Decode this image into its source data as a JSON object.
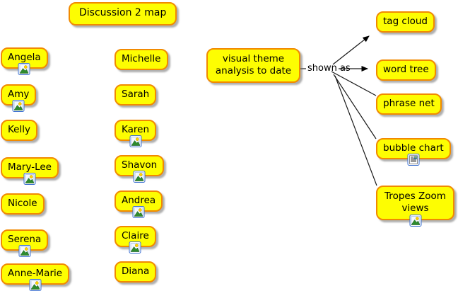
{
  "colors": {
    "node_fill": "#fdfd02",
    "node_border": "#f18a01",
    "shadow": "#b5b5b5",
    "line": "#1a1a1a",
    "background": "#ffffff"
  },
  "title_node": {
    "label": "Discussion 2 map"
  },
  "people_left": [
    {
      "label": "Angela",
      "has_image": true
    },
    {
      "label": "Amy",
      "has_image": true
    },
    {
      "label": "Kelly",
      "has_image": false
    },
    {
      "label": "Mary-Lee",
      "has_image": true
    },
    {
      "label": "Nicole",
      "has_image": false
    },
    {
      "label": "Serena",
      "has_image": true
    },
    {
      "label": "Anne-Marie",
      "has_image": true
    }
  ],
  "people_middle": [
    {
      "label": "Michelle",
      "has_image": false
    },
    {
      "label": "Sarah",
      "has_image": false
    },
    {
      "label": "Karen",
      "has_image": true
    },
    {
      "label": "Shavon",
      "has_image": true
    },
    {
      "label": "Andrea",
      "has_image": true
    },
    {
      "label": "Claire",
      "has_image": true
    },
    {
      "label": "Diana",
      "has_image": false
    }
  ],
  "concept_node": {
    "label": "visual theme analysis to date"
  },
  "link": {
    "label": "shown as"
  },
  "visualizations": [
    {
      "label": "tag cloud",
      "arrow": true,
      "icon": null
    },
    {
      "label": "word tree",
      "arrow": true,
      "icon": null
    },
    {
      "label": "phrase net",
      "arrow": false,
      "icon": null
    },
    {
      "label": "bubble chart",
      "arrow": false,
      "icon": "document-image-icon"
    },
    {
      "label": "Tropes Zoom views",
      "arrow": false,
      "icon": "image-icon"
    }
  ]
}
